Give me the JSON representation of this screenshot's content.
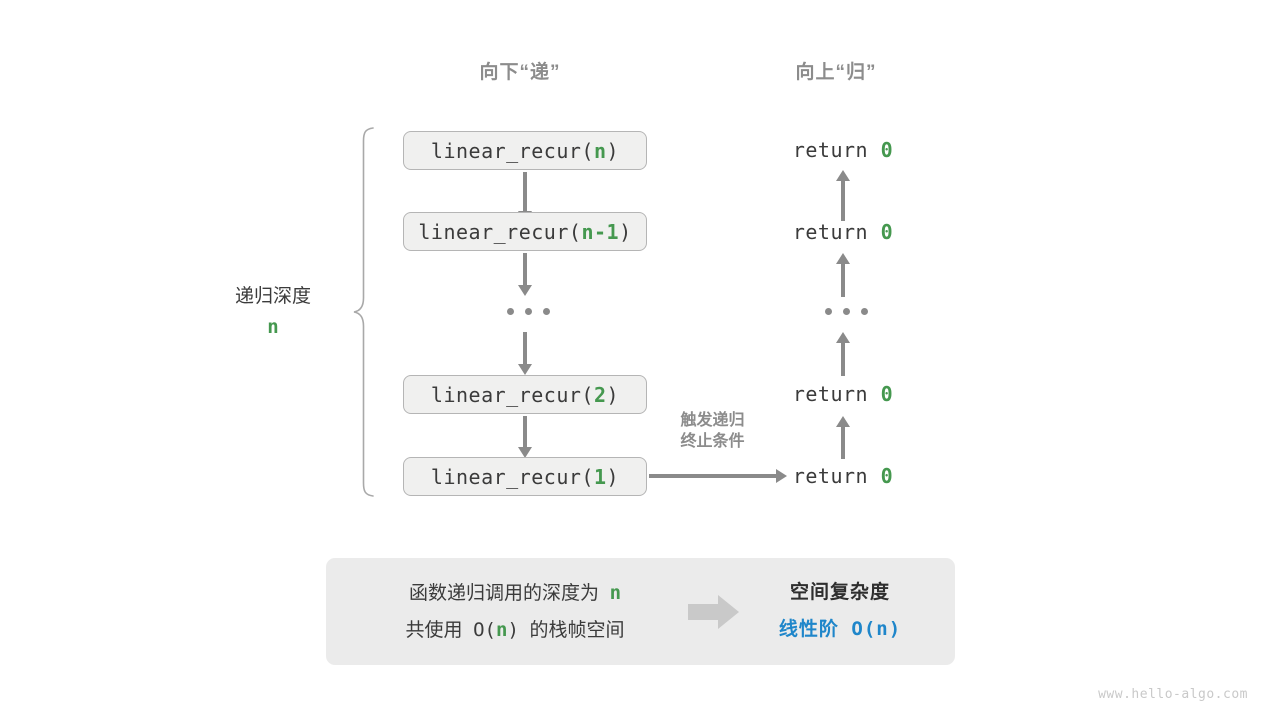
{
  "headers": {
    "left": "向下“递”",
    "right": "向上“归”"
  },
  "depth_label": {
    "text": "递归深度",
    "value": "n"
  },
  "calls": [
    {
      "prefix": "linear_recur(",
      "arg": "n",
      "suffix": ")"
    },
    {
      "prefix": "linear_recur(",
      "arg": "n-1",
      "suffix": ")"
    },
    {
      "ellipsis": "..."
    },
    {
      "prefix": "linear_recur(",
      "arg": "2",
      "suffix": ")"
    },
    {
      "prefix": "linear_recur(",
      "arg": "1",
      "suffix": ")"
    }
  ],
  "returns": [
    {
      "keyword": "return",
      "value": "0"
    },
    {
      "keyword": "return",
      "value": "0"
    },
    {
      "ellipsis": "..."
    },
    {
      "keyword": "return",
      "value": "0"
    },
    {
      "keyword": "return",
      "value": "0"
    }
  ],
  "trigger_note": {
    "line1": "触发递归",
    "line2": "终止条件"
  },
  "summary": {
    "left_line1_a": "函数递归调用的深度为",
    "left_line1_n": "n",
    "left_line2_a": "共使用",
    "left_line2_b": "O(",
    "left_line2_n": "n",
    "left_line2_c": ")",
    "left_line2_d": "的栈帧空间",
    "right_title": "空间复杂度",
    "right_value_text": "线性阶",
    "right_value_mono": "O(n)"
  },
  "watermark": "www.hello-algo.com",
  "colors": {
    "green": "#45984f",
    "blue": "#1f86ca",
    "gray_text": "#3b3b3b",
    "gray_muted": "#8c8c8c",
    "arrow": "#8a8a8a",
    "box_fill": "#f0f0ef",
    "box_border": "#b5b5b5",
    "panel_fill": "#ebebeb"
  }
}
